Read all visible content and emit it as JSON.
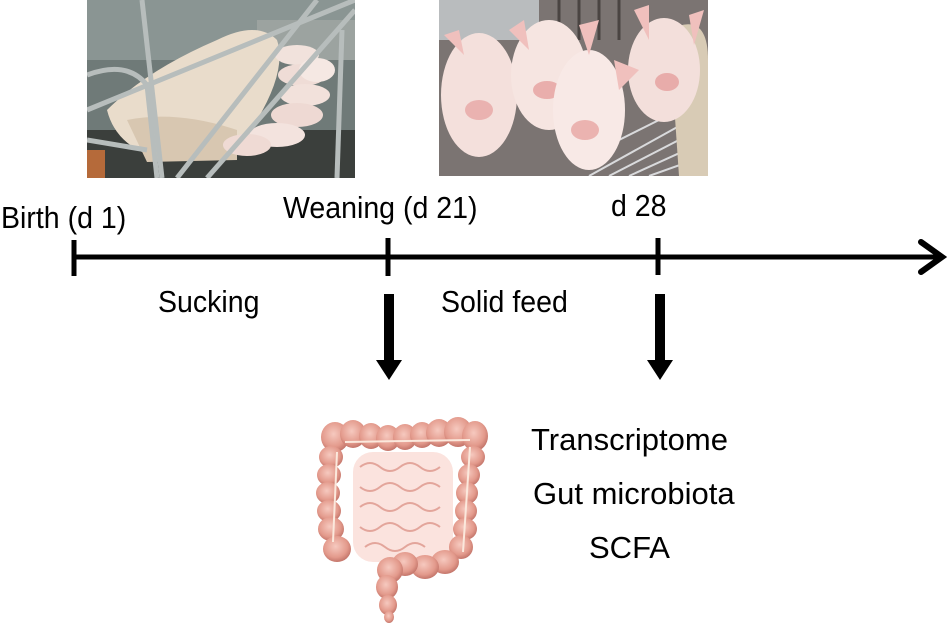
{
  "diagram": {
    "type": "experimental-timeline",
    "photos": [
      {
        "name": "sow-nursing-piglets-photo",
        "description": "Sow nursing piglets in farrowing crate"
      },
      {
        "name": "weaned-piglets-photo",
        "description": "Group of weaned piglets standing on slatted floor"
      }
    ],
    "timeline": {
      "points": [
        {
          "label": "Birth (d 1)"
        },
        {
          "label": "Weaning (d 21)"
        },
        {
          "label": "d 28"
        }
      ],
      "periods": [
        {
          "label": "Sucking"
        },
        {
          "label": "Solid feed"
        }
      ]
    },
    "sampling": {
      "organ_illustration": "intestine-illustration",
      "analyses": [
        "Transcriptome",
        "Gut microbiota",
        "SCFA"
      ]
    },
    "colors": {
      "line": "#000000",
      "intestine_fill": "#e8a79a",
      "intestine_shade": "#c4766b",
      "background": "#ffffff"
    }
  }
}
